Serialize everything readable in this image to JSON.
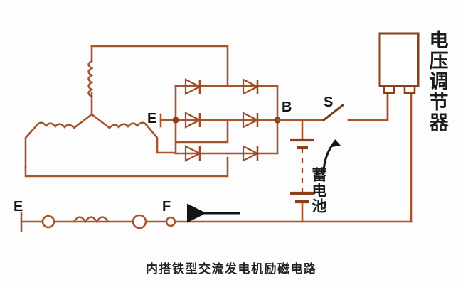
{
  "figure": {
    "caption": "内搭铁型交流发电机励磁电路",
    "background_color": "#fdfdfd",
    "wire_color": "#a8542a",
    "wire_color_dark": "#8c3f18",
    "text_color": "#1a1a1a",
    "arrow_color": "#1a1a1a"
  },
  "labels": {
    "terminal_e_bridge": "E",
    "terminal_b": "B",
    "switch_s": "S",
    "terminal_e_field": "E",
    "terminal_f_field": "F"
  },
  "components": {
    "voltage_regulator": {
      "name": "电压调节器",
      "terminal_count": 2
    },
    "battery": {
      "name": "蓄电池",
      "cells": 2
    },
    "rectifier": {
      "diode_count": 6,
      "rows": 3,
      "columns": 2
    },
    "stator": {
      "phase_count": 3,
      "connection": "Y"
    },
    "field_winding": {
      "terminals": [
        "E",
        "F"
      ],
      "slip_ring_count": 3
    },
    "switch": {
      "label": "S",
      "state": "open"
    }
  },
  "annotations": {
    "current_direction_arrow": "left"
  }
}
